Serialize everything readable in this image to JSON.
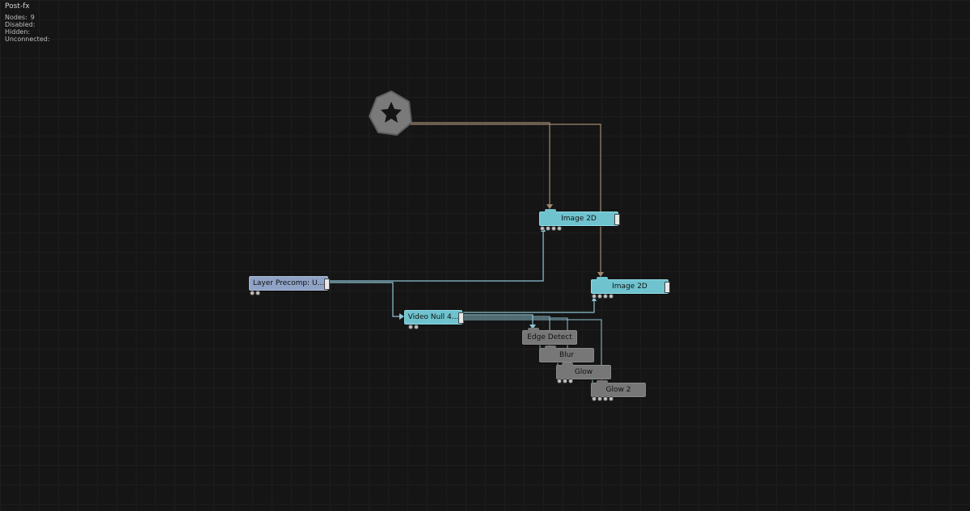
{
  "window": {
    "title": "Post-fx"
  },
  "stats": [
    {
      "label": "Nodes:",
      "value": "9"
    },
    {
      "label": "Disabled:",
      "value": ""
    },
    {
      "label": "Hidden:",
      "value": ""
    },
    {
      "label": "Unconnected:",
      "value": ""
    }
  ],
  "nodes": {
    "root": {
      "icon": "star-gear-icon"
    },
    "image2d_a": {
      "label": "Image  2D"
    },
    "image2d_b": {
      "label": "Image  2D"
    },
    "layer_precomp": {
      "label": "Layer  Precomp:  U..."
    },
    "video_null": {
      "label": "Video  Null  4..."
    },
    "edge_detect": {
      "label": "Edge  Detect"
    },
    "blur": {
      "label": "Blur"
    },
    "glow": {
      "label": "Glow"
    },
    "glow2": {
      "label": "Glow  2"
    }
  },
  "colors": {
    "background": "#151515",
    "cyan_node": "#6fc3cf",
    "blue_node": "#8fa3c6",
    "gray_node": "#777777",
    "wire_tan": "#a08a70",
    "wire_blue": "#8fc4d4"
  }
}
